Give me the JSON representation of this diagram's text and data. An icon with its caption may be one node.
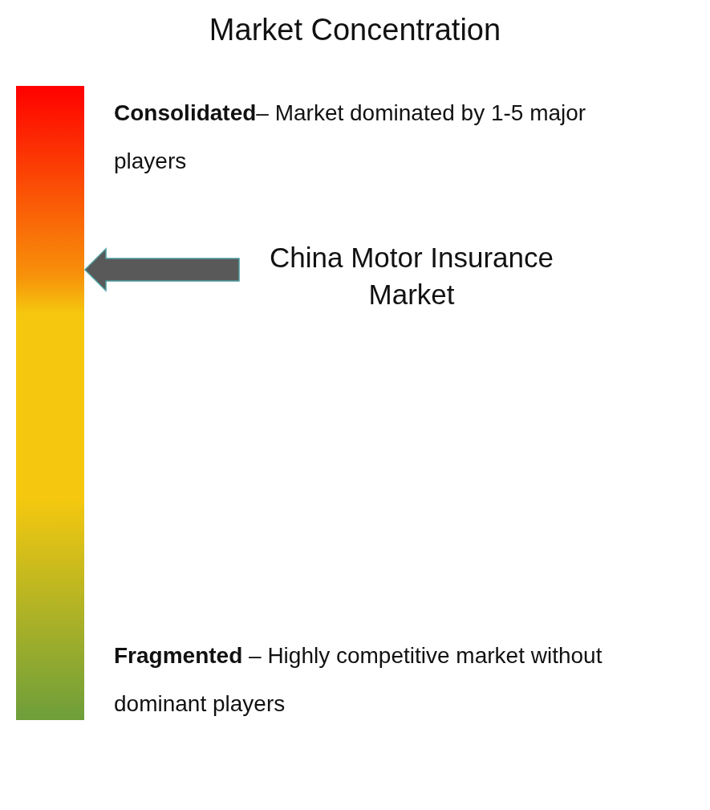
{
  "diagram": {
    "title": "Market Concentration",
    "nodes": [
      {
        "text": [],
        "shape": "bar"
      },
      {
        "text": [
          "China Motor Insurance Market"
        ]
      }
    ],
    "edges": [
      {
        "from": 1,
        "to": 0,
        "arrow": "to",
        "style": "thick"
      }
    ],
    "labels": [
      "**Consolidated**– Market dominated by 1-5 major players",
      "**Fragmented** – Highly competitive market without dominant players"
    ]
  }
}
